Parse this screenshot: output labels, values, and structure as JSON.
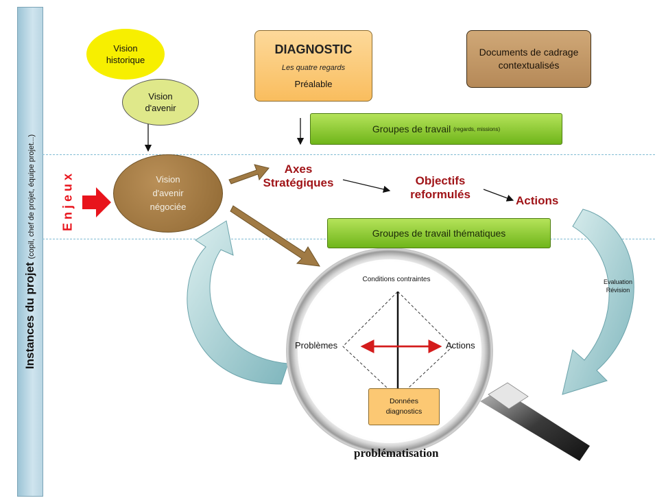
{
  "sidebar": {
    "title": "Instances du projet",
    "subtitle": "(copil, chef de projet, équipe projet...)"
  },
  "enjeux_label": "E n j e u x",
  "vision_historique": "Vision historique",
  "vision_avenir": "Vision d'avenir",
  "vision_negociee": "Vision d'avenir négociée",
  "diagnostic": {
    "title": "DIAGNOSTIC",
    "subtitle": "Les quatre regards",
    "note": "Préalable"
  },
  "documents_cadrage": "Documents de cadrage contextualisés",
  "groupes_travail_1": "Groupes de travail",
  "groupes_travail_1_small": "(regards, missions)",
  "groupes_travail_2": "Groupes de travail thématiques",
  "axes_strategiques": "Axes Stratégiques",
  "objectifs_reformules": "Objectifs reformulés",
  "actions_top": "Actions",
  "evaluation": "Evaluation Révision",
  "loupe": {
    "conditions": "Conditions contraintes",
    "problemes": "Problèmes",
    "actions": "Actions",
    "donnees": "Données diagnostics"
  },
  "problematisation": "problématisation",
  "colors": {
    "yellow": "#f7ef00",
    "light_green": "#dfe88a",
    "brown": "#a07a44",
    "orange": "#fcc873",
    "tan": "#c4996a",
    "green": "#7cc024",
    "red": "#a01418",
    "teal": "#8fc3c9"
  }
}
